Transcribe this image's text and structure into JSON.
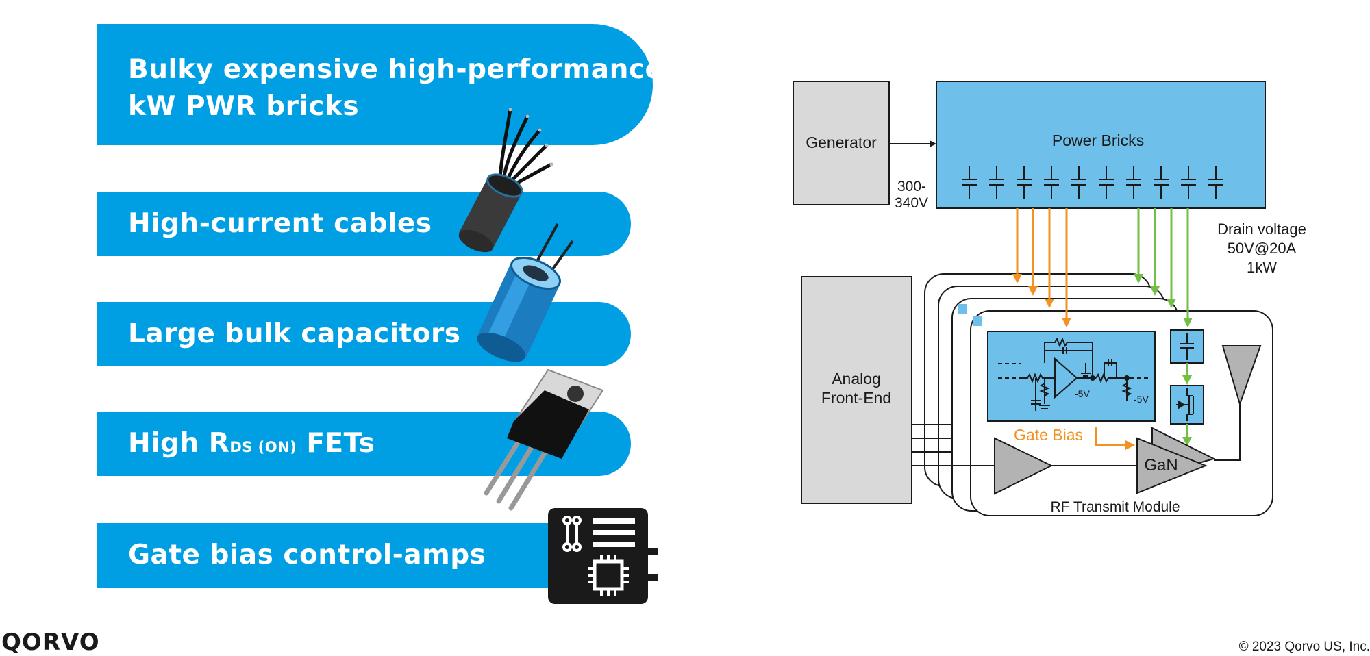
{
  "pills": {
    "p1_line1": "Bulky expensive high-performance",
    "p1_line2": "kW PWR bricks",
    "p2": "High-current cables",
    "p3": "Large bulk capacitors",
    "p4_pre": "High R",
    "p4_sub": "DS (ON)",
    "p4_post": " FETs",
    "p5": "Gate bias control-amps"
  },
  "icons": [
    "cable-icon",
    "capacitor-icon",
    "fet-icon",
    "chip-board-icon"
  ],
  "diagram": {
    "generator": "Generator",
    "power_bricks": "Power Bricks",
    "input_voltage_line1": "300-",
    "input_voltage_line2": "340V",
    "drain_line1": "Drain voltage",
    "drain_line2": "50V@20A",
    "drain_line3": "1kW",
    "afe_line1": "Analog",
    "afe_line2": "Front-End",
    "gate_bias": "Gate Bias",
    "gan": "GaN",
    "rf_module": "RF Transmit Module",
    "neg5v_a": "-5V",
    "neg5v_b": "-5V"
  },
  "colors": {
    "brand_blue": "#009fe3",
    "bricks_blue": "#6ebfe9",
    "orange": "#f29222",
    "green": "#72bf44",
    "gray": "#d9d9d9"
  },
  "footer": {
    "logo": "QORVO",
    "copyright": "© 2023 Qorvo US, Inc."
  }
}
